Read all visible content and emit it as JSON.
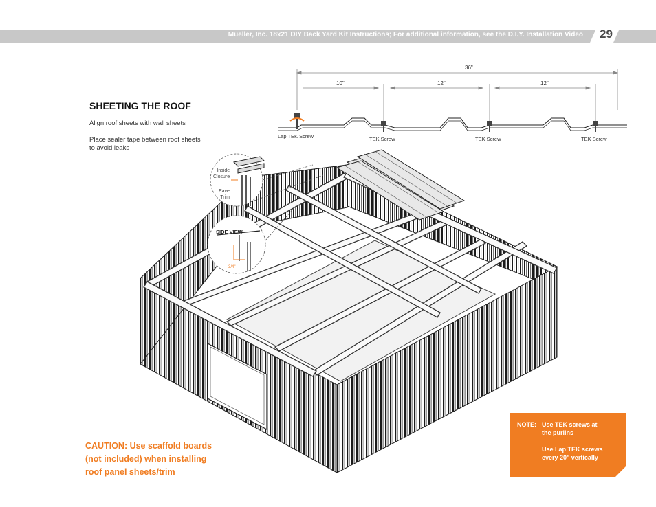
{
  "header": {
    "title": "Mueller, Inc. 18x21 DIY Back Yard Kit Instructions; For additional information, see the D.I.Y. Installation Video",
    "page_number": "29"
  },
  "section": {
    "title": "SHEETING THE ROOF",
    "instructions": [
      "Align roof sheets with wall sheets",
      "Place sealer tape between roof sheets",
      "to avoid leaks"
    ]
  },
  "screw_diagram": {
    "total_width": "36\"",
    "spacings": [
      "10\"",
      "12\"",
      "12\""
    ],
    "labels": [
      "Lap TEK Screw",
      "TEK Screw",
      "TEK Screw",
      "TEK Screw"
    ]
  },
  "callouts": {
    "inside_closure": [
      "Inside",
      "Closure"
    ],
    "eave_trim": [
      "Eave",
      "Trim"
    ],
    "side_view": "SIDE  VIEW"
  },
  "caution": {
    "lines": [
      "CAUTION: Use scaffold boards",
      "(not included) when installing",
      "roof panel sheets/trim"
    ]
  },
  "note": {
    "key": "NOTE:",
    "lines": [
      "Use TEK screws at",
      "the purlins",
      "",
      "Use Lap TEK screws",
      "every 20\" vertically"
    ]
  },
  "colors": {
    "accent_orange": "#f07d22",
    "header_gray": "#c8c8c8"
  }
}
